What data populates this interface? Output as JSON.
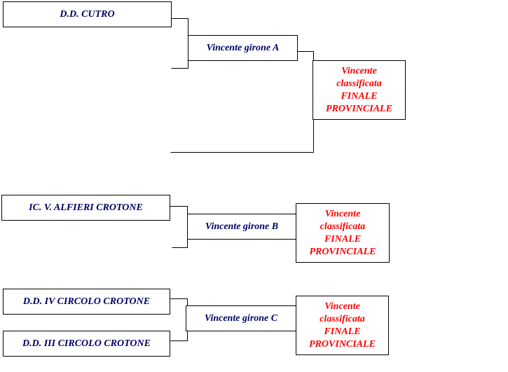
{
  "bracket_a": {
    "team_1": "D.D. CUTRO",
    "winner": "Vincente girone A",
    "final": [
      "Vincente",
      "classificata",
      "FINALE",
      "PROVINCIALE"
    ]
  },
  "bracket_b": {
    "team_1": "IC. V. ALFIERI CROTONE",
    "winner": "Vincente girone B",
    "final": [
      "Vincente",
      "classificata",
      "FINALE",
      "PROVINCIALE"
    ]
  },
  "bracket_c": {
    "team_1": "D.D. IV CIRCOLO CROTONE",
    "team_2": "D.D. III CIRCOLO CROTONE",
    "winner": "Vincente girone C",
    "final": [
      "Vincente",
      "classificata",
      "FINALE",
      "PROVINCIALE"
    ]
  },
  "colors": {
    "team_text": "#000066",
    "final_text": "#ff0000",
    "line": "#000000"
  }
}
